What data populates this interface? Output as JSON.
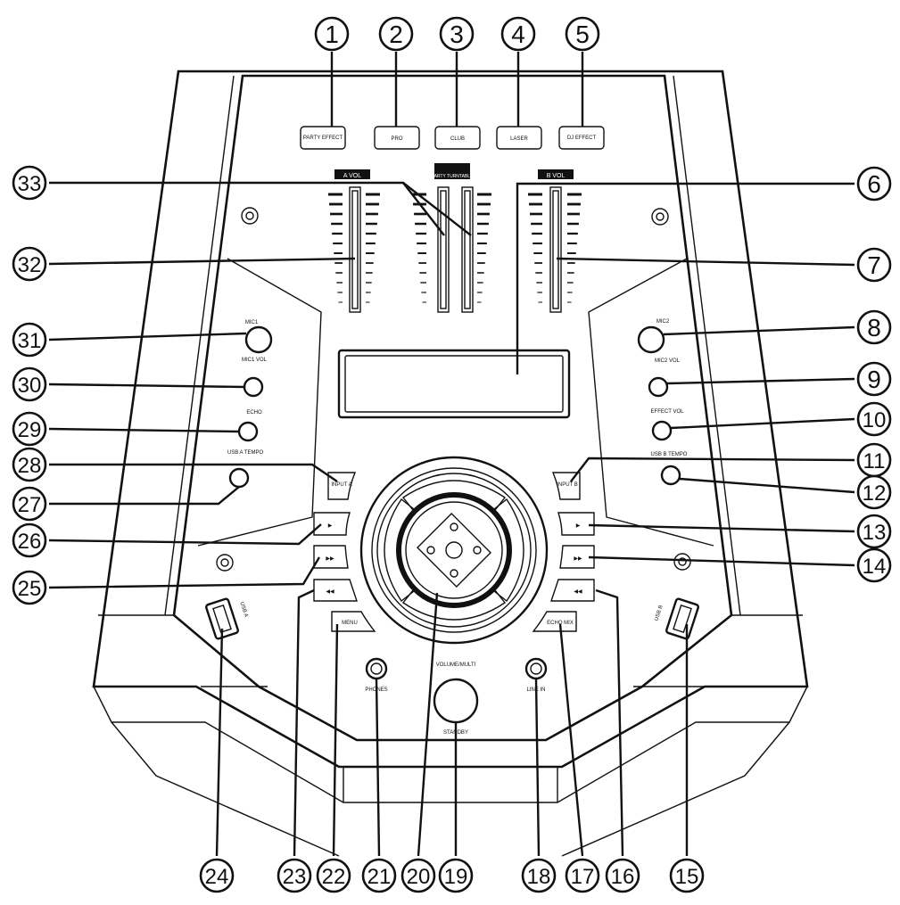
{
  "diagram": {
    "callouts": [
      "1",
      "2",
      "3",
      "4",
      "5",
      "6",
      "7",
      "8",
      "9",
      "10",
      "11",
      "12",
      "13",
      "14",
      "15",
      "16",
      "17",
      "18",
      "19",
      "20",
      "21",
      "22",
      "23",
      "24",
      "25",
      "26",
      "27",
      "28",
      "29",
      "30",
      "31",
      "32",
      "33"
    ],
    "buttons": {
      "party_effect": "PARTY EFFECT",
      "pro": "PRO",
      "club": "CLUB",
      "laser": "LASER",
      "dj_effect": "DJ EFFECT",
      "input_a": "INPUT A",
      "input_b": "INPUT B",
      "mode": "MENU",
      "mode_b": "ECHO MIX"
    },
    "fader_labels": {
      "a_vol": "A VOL",
      "party_turntable": "PARTY TURNTABLE",
      "b_vol": "B VOL"
    },
    "knob_labels": {
      "mic1": "MIC1",
      "mic1_vol": "MIC1 VOL",
      "echo": "ECHO",
      "usb_a_tempo": "USB A TEMPO",
      "mic2": "MIC2",
      "mic2_vol": "MIC2 VOL",
      "effect_vol": "EFFECT VOL",
      "usb_b_tempo": "USB B TEMPO"
    },
    "ports": {
      "usb_a": "USB A",
      "usb_b": "USB B",
      "phones": "PHONES",
      "line_in": "LINE IN"
    },
    "volume_knob": {
      "top": "VOLUME/MULTI",
      "bottom": "STANDBY"
    }
  }
}
